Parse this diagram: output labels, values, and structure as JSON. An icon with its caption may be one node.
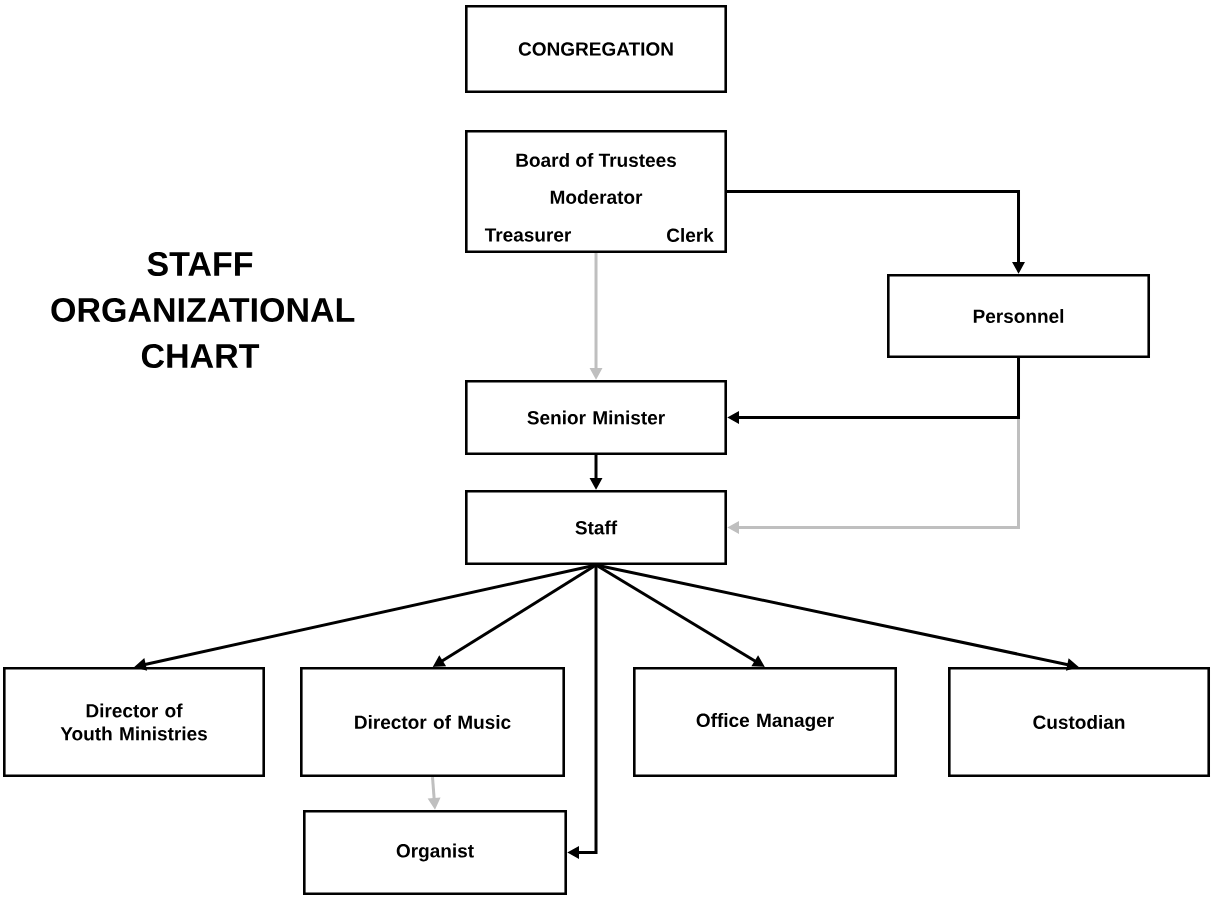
{
  "diagram": {
    "title": "STAFF ORGANIZATIONAL CHART",
    "nodes": [
      {
        "text": [
          "CONGREGATION"
        ]
      },
      {
        "text": [
          "Board of Trustees",
          "Moderator",
          "Treasurer",
          "Clerk"
        ]
      },
      {
        "text": [
          "Personnel"
        ]
      },
      {
        "text": [
          "Senior Minister"
        ]
      },
      {
        "text": [
          "Staff"
        ]
      },
      {
        "text": [
          "Director of Youth Ministries"
        ]
      },
      {
        "text": [
          "Director of Music"
        ]
      },
      {
        "text": [
          "Office Manager"
        ]
      },
      {
        "text": [
          "Custodian"
        ]
      },
      {
        "text": [
          "Organist"
        ]
      }
    ],
    "edges": [
      {
        "from": 1,
        "to": 2,
        "arrow": "to"
      },
      {
        "from": 1,
        "to": 3,
        "arrow": "to",
        "color": "#bfbfbf"
      },
      {
        "from": 2,
        "to": 4,
        "arrow": "to",
        "color": "#bfbfbf"
      },
      {
        "from": 2,
        "to": 3,
        "arrow": "to"
      },
      {
        "from": 3,
        "to": 4,
        "arrow": "to"
      },
      {
        "from": 4,
        "to": 5,
        "arrow": "to"
      },
      {
        "from": 4,
        "to": 6,
        "arrow": "to"
      },
      {
        "from": 4,
        "to": 7,
        "arrow": "to"
      },
      {
        "from": 4,
        "to": 8,
        "arrow": "to"
      },
      {
        "from": 4,
        "to": 9,
        "arrow": "to"
      },
      {
        "from": 6,
        "to": 9,
        "arrow": "to",
        "color": "#bfbfbf"
      }
    ]
  }
}
